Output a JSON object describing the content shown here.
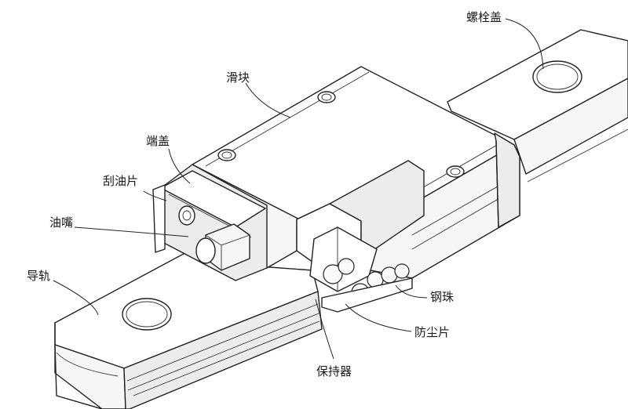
{
  "labels": {
    "bolt_cover": "螺栓盖",
    "slider_block": "滑块",
    "end_cap": "端盖",
    "scraper": "刮油片",
    "grease_nipple": "油嘴",
    "guide_rail": "导轨",
    "steel_ball": "钢珠",
    "dust_seal": "防尘片",
    "retainer": "保持器"
  }
}
